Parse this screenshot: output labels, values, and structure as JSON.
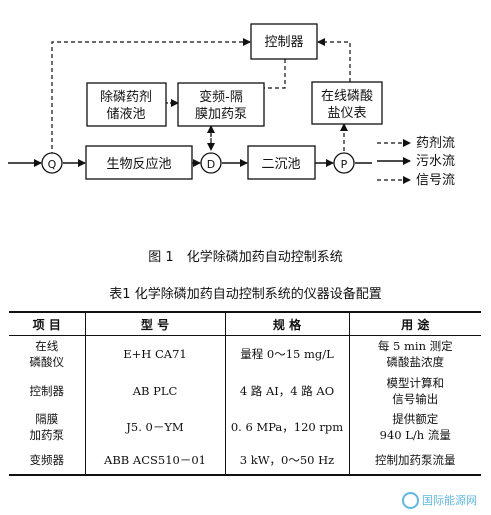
{
  "diagram": {
    "controller": "控制器",
    "reagent_tank_line1": "除磷药剂",
    "reagent_tank_line2": "储液池",
    "pump_line1": "变频-隔",
    "pump_line2": "膜加药泵",
    "analyzer_line1": "在线磷酸",
    "analyzer_line2": "盐仪表",
    "bio_tank": "生物反应池",
    "clarifier": "二沉池",
    "node_q": "Q",
    "node_d": "D",
    "node_p": "P",
    "legend": {
      "reagent_flow": "药剂流",
      "sewage_flow": "污水流",
      "signal_flow": "信号流"
    }
  },
  "figure_caption": "图 1　化学除磷加药自动控制系统",
  "table_caption": "表1 化学除磷加药自动控制系统的仪器设备配置",
  "table": {
    "headers": [
      "项 目",
      "型 号",
      "规 格",
      "用 途"
    ],
    "rows": [
      [
        "在线\n磷酸仪",
        "E+H CA71",
        "量程 0～15 mg/L",
        "每 5 min 测定\n磷酸盐浓度"
      ],
      [
        "控制器",
        "AB PLC",
        "4 路 AI，4 路 AO",
        "模型计算和\n信号输出"
      ],
      [
        "隔膜\n加药泵",
        "J5. 0－YM",
        "0. 6 MPa，120 rpm",
        "提供额定\n940 L/h 流量"
      ],
      [
        "变频器",
        "ABB ACS510－01",
        "3 kW，0～50 Hz",
        "控制加药泵流量"
      ]
    ]
  },
  "watermark": "国际能源网",
  "colors": {
    "line": "#111111",
    "watermark": "#2aa0d8"
  }
}
